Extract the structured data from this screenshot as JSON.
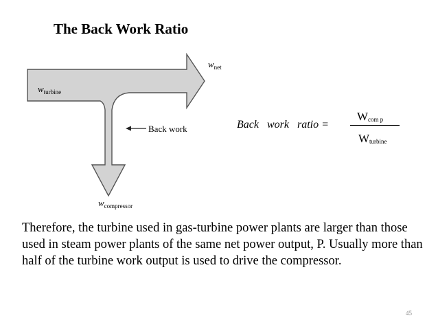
{
  "slide": {
    "title": "The Back Work Ratio",
    "page_number": "45"
  },
  "diagram": {
    "w_net_label": {
      "symbol": "w",
      "subscript": "net"
    },
    "w_turbine_label": {
      "symbol": "w",
      "subscript": "turbine"
    },
    "back_work_label": "Back work",
    "w_compressor_label": {
      "symbol": "w",
      "subscript": "compressor"
    },
    "arrow_fill": "#d3d3d3",
    "arrow_stroke": "#555555"
  },
  "formula": {
    "lhs": "Back   work   ratio =",
    "numerator": {
      "symbol": "W",
      "subscript": "com p"
    },
    "denominator": {
      "symbol": "W",
      "subscript": "turbine"
    }
  },
  "body": {
    "paragraph": "Therefore, the turbine used in gas-turbine power plants are larger than those used in steam power plants of the same net power output, P. Usually more than half of the turbine work output is used to drive the compressor."
  }
}
